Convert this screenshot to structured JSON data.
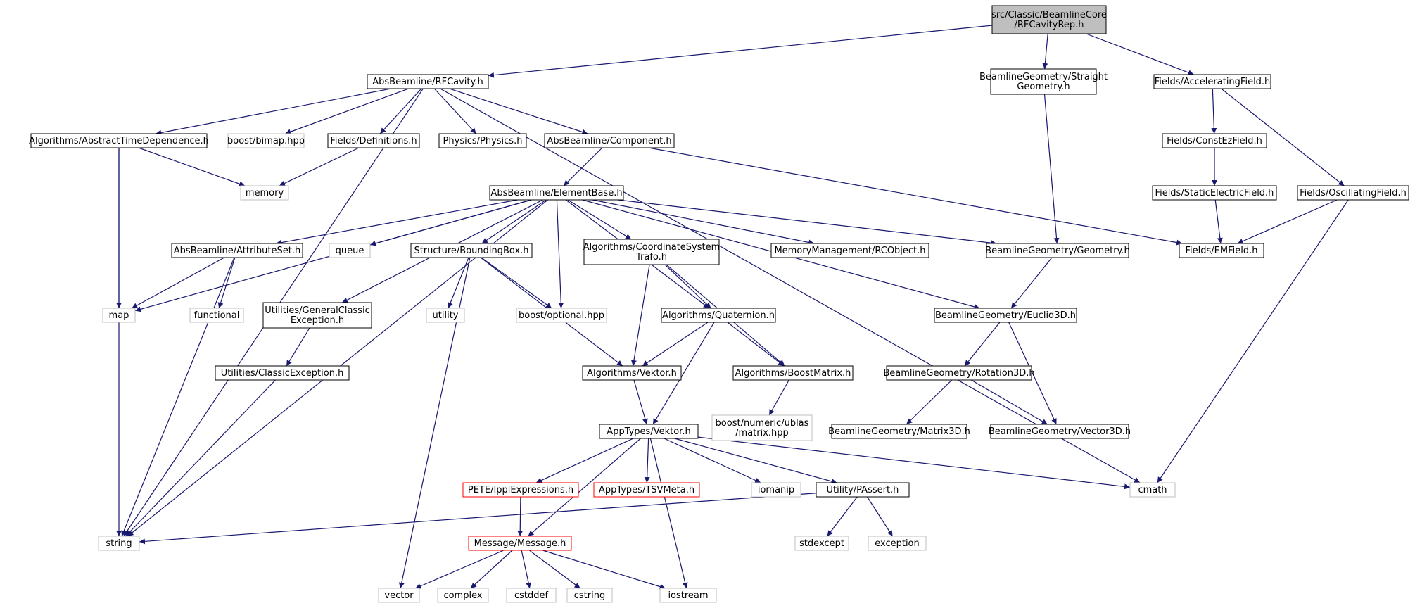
{
  "colors": {
    "edge": "#191970",
    "root_fill": "#bfbfbf",
    "node_border": "#000000",
    "external_border": "#bfbfbf",
    "external_text": "#404040",
    "truncated_border": "#ff0000",
    "background": "#ffffff"
  },
  "nodes": [
    {
      "id": "root",
      "lines": [
        "src/Classic/BeamlineCore",
        "/RFCavityRep.h"
      ],
      "style": "root"
    },
    {
      "id": "rfcavity",
      "lines": [
        "AbsBeamline/RFCavity.h"
      ],
      "style": "normal"
    },
    {
      "id": "straightgeom",
      "lines": [
        "BeamlineGeometry/Straight",
        "Geometry.h"
      ],
      "style": "normal"
    },
    {
      "id": "accelfield",
      "lines": [
        "Fields/AcceleratingField.h"
      ],
      "style": "normal"
    },
    {
      "id": "abstime",
      "lines": [
        "Algorithms/AbstractTimeDependence.h"
      ],
      "style": "normal"
    },
    {
      "id": "bimap",
      "lines": [
        "boost/bimap.hpp"
      ],
      "style": "external"
    },
    {
      "id": "definitions",
      "lines": [
        "Fields/Definitions.h"
      ],
      "style": "normal"
    },
    {
      "id": "physics",
      "lines": [
        "Physics/Physics.h"
      ],
      "style": "normal"
    },
    {
      "id": "component",
      "lines": [
        "AbsBeamline/Component.h"
      ],
      "style": "normal"
    },
    {
      "id": "constez",
      "lines": [
        "Fields/ConstEzField.h"
      ],
      "style": "normal"
    },
    {
      "id": "memory",
      "lines": [
        "memory"
      ],
      "style": "external"
    },
    {
      "id": "elementbase",
      "lines": [
        "AbsBeamline/ElementBase.h"
      ],
      "style": "normal"
    },
    {
      "id": "staticelec",
      "lines": [
        "Fields/StaticElectricField.h"
      ],
      "style": "normal"
    },
    {
      "id": "oscillating",
      "lines": [
        "Fields/OscillatingField.h"
      ],
      "style": "normal"
    },
    {
      "id": "attributeset",
      "lines": [
        "AbsBeamline/AttributeSet.h"
      ],
      "style": "normal"
    },
    {
      "id": "queue",
      "lines": [
        "queue"
      ],
      "style": "external"
    },
    {
      "id": "boundingbox",
      "lines": [
        "Structure/BoundingBox.h"
      ],
      "style": "normal"
    },
    {
      "id": "coordtrafo",
      "lines": [
        "Algorithms/CoordinateSystem",
        "Trafo.h"
      ],
      "style": "normal"
    },
    {
      "id": "rcobject",
      "lines": [
        "MemoryManagement/RCObject.h"
      ],
      "style": "normal"
    },
    {
      "id": "geometry",
      "lines": [
        "BeamlineGeometry/Geometry.h"
      ],
      "style": "normal"
    },
    {
      "id": "emfield",
      "lines": [
        "Fields/EMField.h"
      ],
      "style": "normal"
    },
    {
      "id": "map",
      "lines": [
        "map"
      ],
      "style": "external"
    },
    {
      "id": "functional",
      "lines": [
        "functional"
      ],
      "style": "external"
    },
    {
      "id": "genclassicexc",
      "lines": [
        "Utilities/GeneralClassic",
        "Exception.h"
      ],
      "style": "normal"
    },
    {
      "id": "utility",
      "lines": [
        "utility"
      ],
      "style": "external"
    },
    {
      "id": "optional",
      "lines": [
        "boost/optional.hpp"
      ],
      "style": "external"
    },
    {
      "id": "quaternion",
      "lines": [
        "Algorithms/Quaternion.h"
      ],
      "style": "normal"
    },
    {
      "id": "euclid3d",
      "lines": [
        "BeamlineGeometry/Euclid3D.h"
      ],
      "style": "normal"
    },
    {
      "id": "classicexc",
      "lines": [
        "Utilities/ClassicException.h"
      ],
      "style": "normal"
    },
    {
      "id": "algvektor",
      "lines": [
        "Algorithms/Vektor.h"
      ],
      "style": "normal"
    },
    {
      "id": "boostmatrix",
      "lines": [
        "Algorithms/BoostMatrix.h"
      ],
      "style": "normal"
    },
    {
      "id": "rotation3d",
      "lines": [
        "BeamlineGeometry/Rotation3D.h"
      ],
      "style": "normal"
    },
    {
      "id": "ublasmatrix",
      "lines": [
        "boost/numeric/ublas",
        "/matrix.hpp"
      ],
      "style": "external"
    },
    {
      "id": "matrix3d",
      "lines": [
        "BeamlineGeometry/Matrix3D.h"
      ],
      "style": "normal"
    },
    {
      "id": "vector3d",
      "lines": [
        "BeamlineGeometry/Vector3D.h"
      ],
      "style": "normal"
    },
    {
      "id": "appvektor",
      "lines": [
        "AppTypes/Vektor.h"
      ],
      "style": "normal"
    },
    {
      "id": "ipplexpr",
      "lines": [
        "PETE/IpplExpressions.h"
      ],
      "style": "truncated"
    },
    {
      "id": "tsvmeta",
      "lines": [
        "AppTypes/TSVMeta.h"
      ],
      "style": "truncated"
    },
    {
      "id": "iomanip",
      "lines": [
        "iomanip"
      ],
      "style": "external"
    },
    {
      "id": "passert",
      "lines": [
        "Utility/PAssert.h"
      ],
      "style": "normal"
    },
    {
      "id": "cmath",
      "lines": [
        "cmath"
      ],
      "style": "external"
    },
    {
      "id": "string",
      "lines": [
        "string"
      ],
      "style": "external"
    },
    {
      "id": "message",
      "lines": [
        "Message/Message.h"
      ],
      "style": "truncated"
    },
    {
      "id": "stdexcept",
      "lines": [
        "stdexcept"
      ],
      "style": "external"
    },
    {
      "id": "exception",
      "lines": [
        "exception"
      ],
      "style": "external"
    },
    {
      "id": "vector",
      "lines": [
        "vector"
      ],
      "style": "external"
    },
    {
      "id": "complex",
      "lines": [
        "complex"
      ],
      "style": "external"
    },
    {
      "id": "cstddef",
      "lines": [
        "cstddef"
      ],
      "style": "external"
    },
    {
      "id": "cstring",
      "lines": [
        "cstring"
      ],
      "style": "external"
    },
    {
      "id": "iostream",
      "lines": [
        "iostream"
      ],
      "style": "external"
    }
  ],
  "edges": [
    [
      "root",
      "rfcavity"
    ],
    [
      "root",
      "straightgeom"
    ],
    [
      "root",
      "accelfield"
    ],
    [
      "rfcavity",
      "abstime"
    ],
    [
      "rfcavity",
      "bimap"
    ],
    [
      "rfcavity",
      "definitions"
    ],
    [
      "rfcavity",
      "physics"
    ],
    [
      "rfcavity",
      "component"
    ],
    [
      "rfcavity",
      "string"
    ],
    [
      "rfcavity",
      "cmath"
    ],
    [
      "straightgeom",
      "geometry"
    ],
    [
      "accelfield",
      "constez"
    ],
    [
      "accelfield",
      "oscillating"
    ],
    [
      "abstime",
      "memory"
    ],
    [
      "abstime",
      "map"
    ],
    [
      "abstime",
      "string"
    ],
    [
      "definitions",
      "memory"
    ],
    [
      "component",
      "elementbase"
    ],
    [
      "component",
      "emfield"
    ],
    [
      "constez",
      "staticelec"
    ],
    [
      "staticelec",
      "emfield"
    ],
    [
      "oscillating",
      "emfield"
    ],
    [
      "oscillating",
      "cmath"
    ],
    [
      "elementbase",
      "attributeset"
    ],
    [
      "elementbase",
      "queue"
    ],
    [
      "elementbase",
      "boundingbox"
    ],
    [
      "elementbase",
      "coordtrafo"
    ],
    [
      "elementbase",
      "rcobject"
    ],
    [
      "elementbase",
      "geometry"
    ],
    [
      "elementbase",
      "map"
    ],
    [
      "elementbase",
      "string"
    ],
    [
      "elementbase",
      "genclassicexc"
    ],
    [
      "elementbase",
      "optional"
    ],
    [
      "elementbase",
      "quaternion"
    ],
    [
      "elementbase",
      "euclid3d"
    ],
    [
      "attributeset",
      "map"
    ],
    [
      "attributeset",
      "functional"
    ],
    [
      "attributeset",
      "string"
    ],
    [
      "boundingbox",
      "utility"
    ],
    [
      "boundingbox",
      "optional"
    ],
    [
      "boundingbox",
      "vector"
    ],
    [
      "boundingbox",
      "algvektor"
    ],
    [
      "coordtrafo",
      "quaternion"
    ],
    [
      "coordtrafo",
      "boostmatrix"
    ],
    [
      "coordtrafo",
      "algvektor"
    ],
    [
      "geometry",
      "euclid3d"
    ],
    [
      "genclassicexc",
      "classicexc"
    ],
    [
      "classicexc",
      "string"
    ],
    [
      "quaternion",
      "algvektor"
    ],
    [
      "quaternion",
      "boostmatrix"
    ],
    [
      "quaternion",
      "appvektor"
    ],
    [
      "euclid3d",
      "rotation3d"
    ],
    [
      "euclid3d",
      "vector3d"
    ],
    [
      "algvektor",
      "appvektor"
    ],
    [
      "boostmatrix",
      "ublasmatrix"
    ],
    [
      "rotation3d",
      "matrix3d"
    ],
    [
      "rotation3d",
      "vector3d"
    ],
    [
      "appvektor",
      "ipplexpr"
    ],
    [
      "appvektor",
      "tsvmeta"
    ],
    [
      "appvektor",
      "iomanip"
    ],
    [
      "appvektor",
      "passert"
    ],
    [
      "appvektor",
      "cmath"
    ],
    [
      "appvektor",
      "message"
    ],
    [
      "appvektor",
      "iostream"
    ],
    [
      "ipplexpr",
      "message"
    ],
    [
      "passert",
      "string"
    ],
    [
      "passert",
      "stdexcept"
    ],
    [
      "passert",
      "exception"
    ],
    [
      "message",
      "vector"
    ],
    [
      "message",
      "complex"
    ],
    [
      "message",
      "cstddef"
    ],
    [
      "message",
      "cstring"
    ],
    [
      "message",
      "iostream"
    ]
  ]
}
